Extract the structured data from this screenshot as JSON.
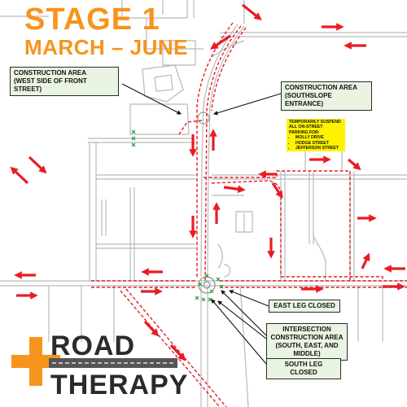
{
  "header": {
    "stage": "STAGE 1",
    "dates": "MARCH – JUNE"
  },
  "callouts": {
    "west_side": [
      "CONSTRUCTION AREA",
      "(WEST SIDE OF FRONT STREET)"
    ],
    "southslope": [
      "CONSTRUCTION AREA",
      "(SOUTHSLOPE ENTRANCE)"
    ],
    "east_leg": "EAST LEG CLOSED",
    "intersection": [
      "INTERSECTION",
      "CONSTRUCTION AREA",
      "(SOUTH, EAST, AND MIDDLE)"
    ],
    "south_leg": "SOUTH LEG CLOSED"
  },
  "parking_notice": {
    "heading": "TEMPORARILY SUSPEND ALL ON-STREET PARKING FOR:",
    "streets": [
      "MOLLY DRIVE",
      "HODGE STREET",
      "JEFFERSON STREET"
    ]
  },
  "logo": {
    "line1": "ROAD",
    "line2": "THERAPY"
  },
  "colors": {
    "accent_orange": "#f7941d",
    "detour_red": "#e81c24",
    "road_gray": "#b8b8b8",
    "callout_green": "#e9f4e3",
    "highlight_yellow": "#fff200"
  }
}
